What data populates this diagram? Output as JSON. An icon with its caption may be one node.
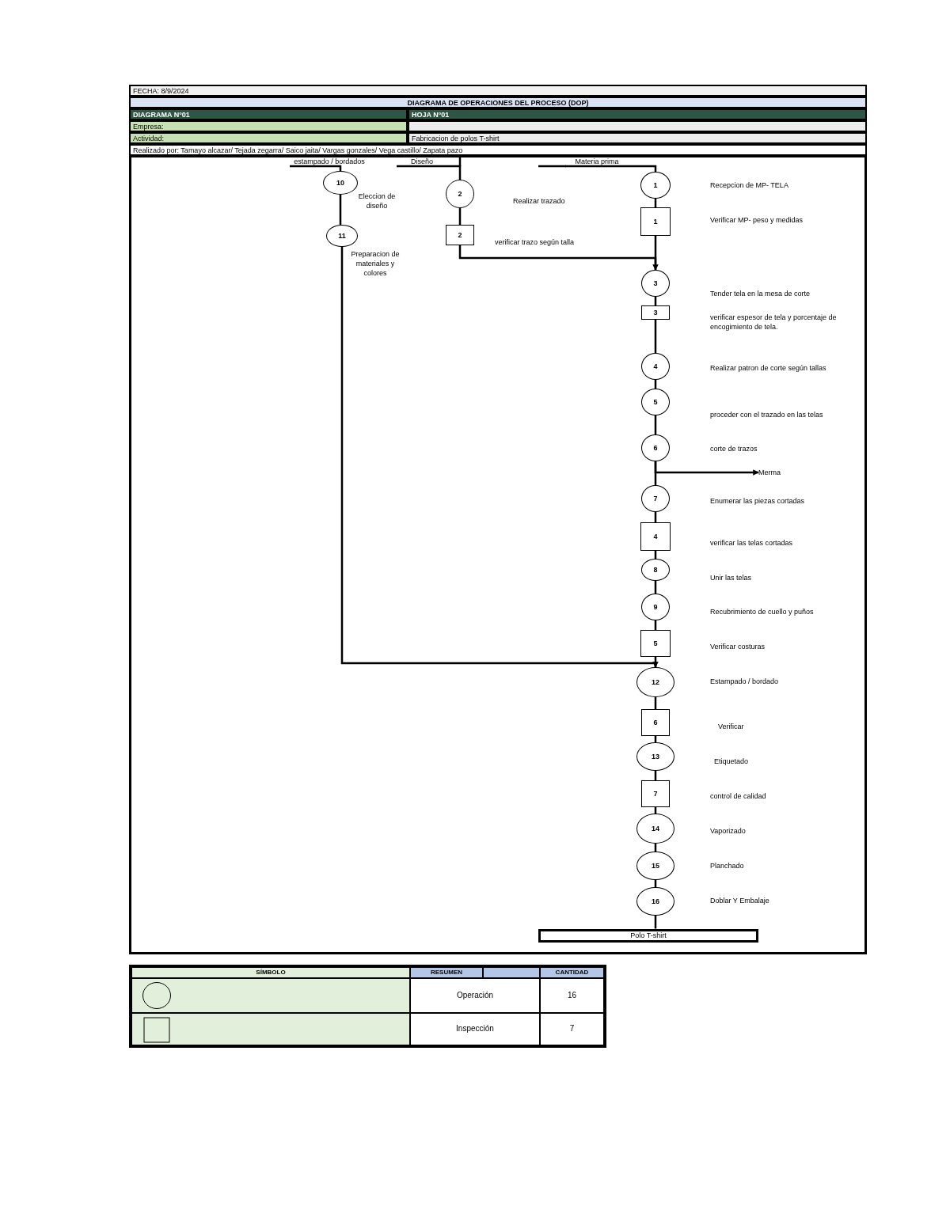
{
  "diagram": {
    "title": "DIAGRAMA DE OPERACIONES DEL PROCESO (DOP)",
    "nodes": [
      {
        "text": [
          "estampado / bordados"
        ]
      },
      {
        "text": [
          "Diseño"
        ]
      },
      {
        "text": [
          "Materia prima"
        ]
      },
      {
        "text": [
          "10"
        ],
        "beside": [
          "Eleccion de diseño"
        ]
      },
      {
        "text": [
          "11"
        ],
        "beside": [
          "Preparacion de materiales y colores"
        ]
      },
      {
        "text": [
          "2"
        ]
      },
      {
        "text": [
          "2"
        ],
        "beside": [
          "verificar trazo según talla"
        ]
      },
      {
        "text": [
          "1"
        ]
      },
      {
        "text": [
          "1"
        ]
      },
      {
        "text": [
          "3"
        ]
      },
      {
        "text": [
          "3"
        ]
      },
      {
        "text": [
          "4"
        ]
      },
      {
        "text": [
          "5"
        ]
      },
      {
        "text": [
          "6"
        ]
      },
      {
        "text": [
          "Merma"
        ]
      },
      {
        "text": [
          "7"
        ]
      },
      {
        "text": [
          "4"
        ]
      },
      {
        "text": [
          "8"
        ]
      },
      {
        "text": [
          "9"
        ]
      },
      {
        "text": [
          "5"
        ]
      },
      {
        "text": [
          "12"
        ]
      },
      {
        "text": [
          "6"
        ]
      },
      {
        "text": [
          "13"
        ]
      },
      {
        "text": [
          "7"
        ]
      },
      {
        "text": [
          "14"
        ]
      },
      {
        "text": [
          "15"
        ]
      },
      {
        "text": [
          "16"
        ]
      },
      {
        "text": [
          "Polo T-shirt"
        ]
      }
    ],
    "edges": [
      {
        "from": 0,
        "to": 3,
        "arrow": "none"
      },
      {
        "from": 3,
        "to": 4,
        "arrow": "none"
      },
      {
        "from": 4,
        "to": 20,
        "arrow": "to"
      },
      {
        "from": 1,
        "to": 5,
        "arrow": "none"
      },
      {
        "from": 5,
        "to": 6,
        "arrow": "none"
      },
      {
        "from": 6,
        "to": 9,
        "arrow": "to"
      },
      {
        "from": 2,
        "to": 7,
        "arrow": "none"
      },
      {
        "from": 7,
        "to": 8,
        "arrow": "none"
      },
      {
        "from": 8,
        "to": 9,
        "arrow": "none"
      },
      {
        "from": 9,
        "to": 10,
        "arrow": "none"
      },
      {
        "from": 10,
        "to": 11,
        "arrow": "none"
      },
      {
        "from": 11,
        "to": 12,
        "arrow": "none"
      },
      {
        "from": 12,
        "to": 13,
        "arrow": "none"
      },
      {
        "from": 13,
        "to": 14,
        "arrow": "to"
      },
      {
        "from": 13,
        "to": 15,
        "arrow": "none"
      },
      {
        "from": 15,
        "to": 16,
        "arrow": "none"
      },
      {
        "from": 16,
        "to": 17,
        "arrow": "none"
      },
      {
        "from": 17,
        "to": 18,
        "arrow": "none"
      },
      {
        "from": 18,
        "to": 19,
        "arrow": "none"
      },
      {
        "from": 19,
        "to": 20,
        "arrow": "none"
      },
      {
        "from": 20,
        "to": 21,
        "arrow": "none"
      },
      {
        "from": 21,
        "to": 22,
        "arrow": "none"
      },
      {
        "from": 22,
        "to": 23,
        "arrow": "none"
      },
      {
        "from": 23,
        "to": 24,
        "arrow": "none"
      },
      {
        "from": 24,
        "to": 25,
        "arrow": "none"
      },
      {
        "from": 25,
        "to": 26,
        "arrow": "none"
      },
      {
        "from": 26,
        "to": 27,
        "arrow": "none"
      }
    ],
    "labels": [
      "FECHA: 8/9/2024",
      "DIAGRAMA N°01",
      "HOJA N°01",
      "Empresa:",
      "Actividad:",
      "Fabricacion de polos T-shirt",
      "Realizado por: Tamayo alcazar/ Tejada zegarra/ Saico jaita/ Vargas gonzales/ Vega castillo/ Zapata pazo",
      "Recepcion de MP- TELA",
      "Realizar trazado",
      "Verificar MP- peso y medidas",
      "Tender tela en la mesa de corte",
      "verificar espesor de tela y porcentaje de encogimiento de tela.",
      "Realizar patron de corte según tallas",
      "proceder con el trazado en las telas",
      "corte de trazos",
      "Enumerar las piezas cortadas",
      "verificar las telas cortadas",
      "Unir las telas",
      "Recubrimiento de cuello y puños",
      "Verificar costuras",
      "Estampado / bordado",
      "Verificar",
      "Etiquetado",
      "control de calidad",
      "Vaporizado",
      "Planchado",
      "Doblar Y Embalaje",
      "SÍMBOLO",
      "RESUMEN",
      "CANTIDAD",
      "Operación",
      "16",
      "Inspección",
      "7"
    ]
  }
}
